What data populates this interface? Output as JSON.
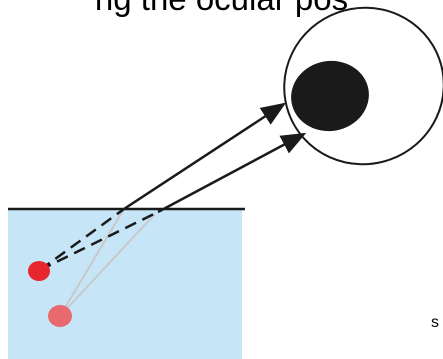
{
  "top_text": "ng the ocular pos",
  "corner_text": "s",
  "colors": {
    "water": "#c6e6f8",
    "surface_line": "#1a1a1a",
    "ray": "#1a1a1a",
    "refraction_ray": "#c8c8c8",
    "apparent_object": "#e8262e",
    "real_object": "#e86a6e",
    "eye_outline": "#1a1a1a",
    "pupil": "#1a1a1a"
  },
  "icons": {
    "apparent_object": "red-dot",
    "real_object": "pink-dot",
    "eye": "eye-outline"
  }
}
